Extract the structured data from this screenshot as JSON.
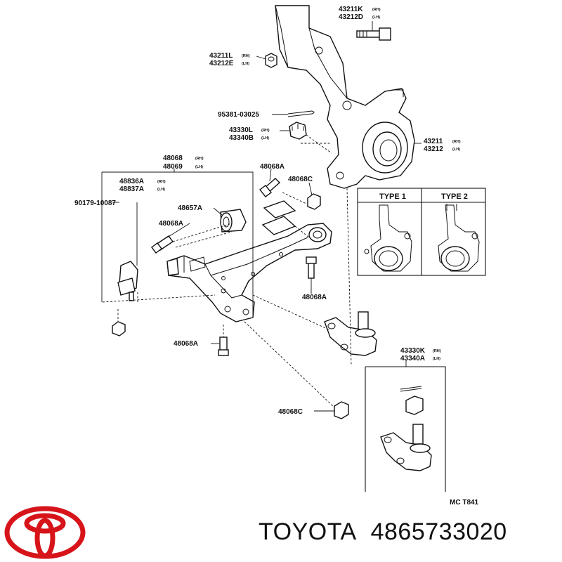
{
  "parts": {
    "p43211K": "43211K",
    "p43211K_side": "(RH)",
    "p43212D": "43212D",
    "p43212D_side": "(LH)",
    "p43211L": "43211L",
    "p43211L_side": "(RH)",
    "p43212E": "43212E",
    "p43212E_side": "(LH)",
    "p95381": "95381-03025",
    "p43330L": "43330L",
    "p43330L_side": "(RH)",
    "p43340B": "43340B",
    "p43340B_side": "(LH)",
    "p43211": "43211",
    "p43211_side": "(RH)",
    "p43212": "43212",
    "p43212_side": "(LH)",
    "p48068": "48068",
    "p48068_side": "(RH)",
    "p48069": "48069",
    "p48069_side": "(LH)",
    "p48836A": "48836A",
    "p48836A_side": "(RH)",
    "p48837A": "48837A",
    "p48837A_side": "(LH)",
    "p90179": "90179-10087",
    "p48068A_top": "48068A",
    "p48068C_top": "48068C",
    "p48657A": "48657A",
    "p48068A_left": "48068A",
    "p48068A_mid": "48068A",
    "p48068A_low": "48068A",
    "p43330K": "43330K",
    "p43330K_side": "(RH)",
    "p43340A": "43340A",
    "p43340A_side": "(LH)",
    "p48068C_low": "48068C"
  },
  "types": {
    "type1": "TYPE 1",
    "type2": "TYPE 2"
  },
  "reference": "MC T841",
  "caption": {
    "brand": "TOYOTA",
    "part_number": "4865733020"
  },
  "colors": {
    "logo_red": "#d7141a",
    "ink": "#111111"
  }
}
